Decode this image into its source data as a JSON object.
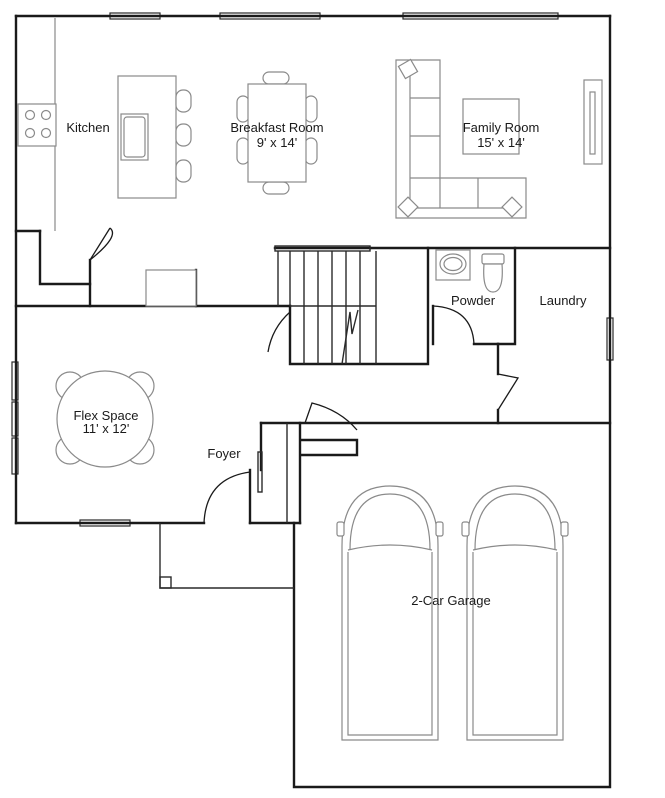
{
  "rooms": {
    "kitchen": {
      "name": "Kitchen"
    },
    "breakfast_room": {
      "name": "Breakfast Room",
      "dimensions": "9' x 14'"
    },
    "family_room": {
      "name": "Family Room",
      "dimensions": "15' x 14'"
    },
    "powder": {
      "name": "Powder"
    },
    "laundry": {
      "name": "Laundry"
    },
    "flex_space": {
      "name": "Flex Space",
      "dimensions": "11' x 12'"
    },
    "foyer": {
      "name": "Foyer"
    },
    "garage": {
      "name": "2-Car Garage"
    }
  }
}
